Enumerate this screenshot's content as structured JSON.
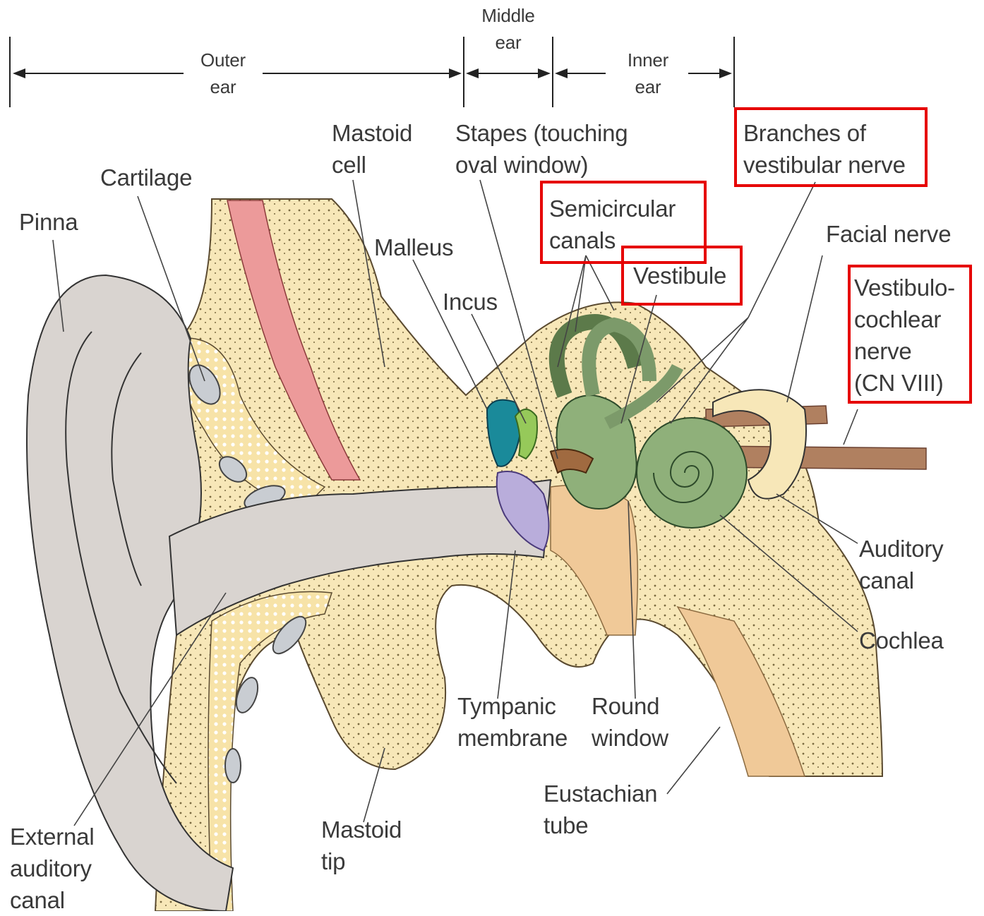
{
  "section_labels": {
    "outer_ear": "Outer\near",
    "middle_ear": "Middle\near",
    "inner_ear": "Inner\near"
  },
  "labels": {
    "mastoid_cell": "Mastoid\ncell",
    "stapes": "Stapes (touching\noval window)",
    "branches_vestibular": "Branches of\nvestibular nerve",
    "cartilage": "Cartilage",
    "pinna": "Pinna",
    "semicircular_canals": "Semicircular\ncanals",
    "malleus": "Malleus",
    "facial_nerve": "Facial nerve",
    "vestibule": "Vestibule",
    "incus": "Incus",
    "vestibulocochlear": "Vestibulo-\ncochlear\nnerve\n(CN VIII)",
    "auditory_canal": "Auditory\ncanal",
    "cochlea": "Cochlea",
    "tympanic_membrane": "Tympanic\nmembrane",
    "round_window": "Round\nwindow",
    "eustachian_tube": "Eustachian\ntube",
    "mastoid_tip": "Mastoid\ntip",
    "external_auditory_canal": "External\nauditory\ncanal"
  },
  "highlighted_labels": [
    "Branches of vestibular nerve",
    "Semicircular canals",
    "Vestibule",
    "Vestibulo-cochlear nerve (CN VIII)"
  ],
  "colors": {
    "highlight": "#e60000",
    "bone": "#f7e7b8",
    "skin": "#d9d4d0",
    "inner_ear": "#8fb07a",
    "muscle": "#ec9a9a",
    "malleus": "#1a8a9a",
    "incus": "#96c95a",
    "tympanic_membrane": "#b9addb",
    "nerve": "#b08060",
    "tissue": "#f0c998"
  }
}
